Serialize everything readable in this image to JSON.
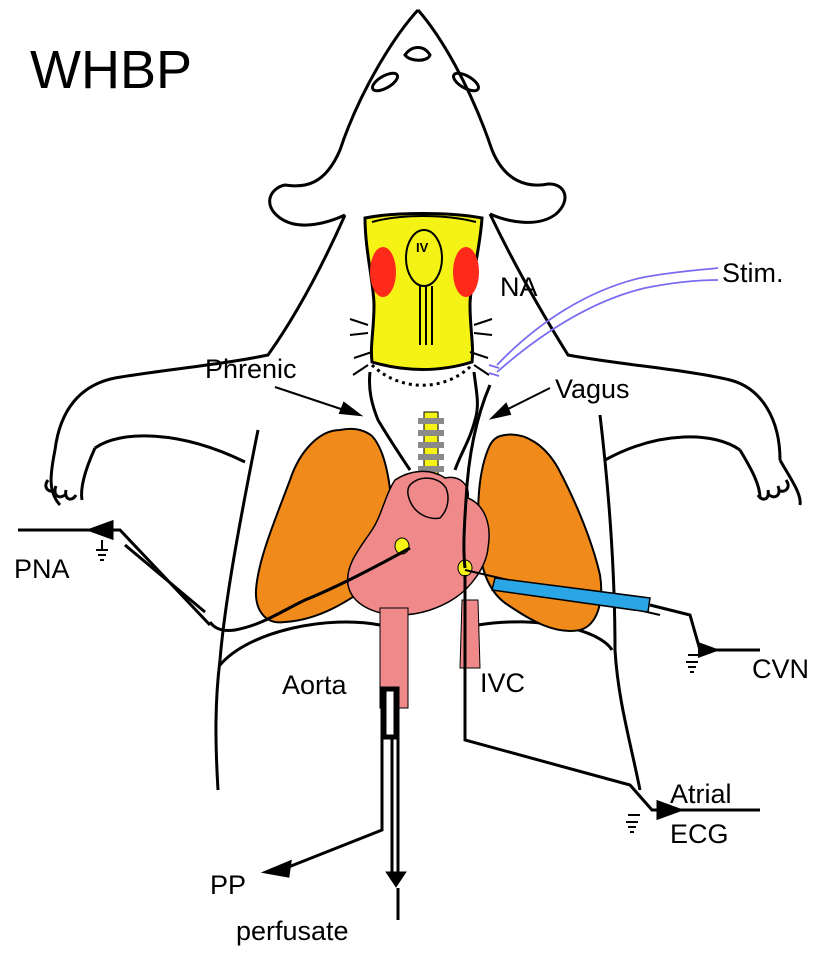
{
  "title": "WHBP",
  "labels": {
    "iv": "IV",
    "na": "NA",
    "stim": "Stim.",
    "phrenic": "Phrenic",
    "vagus": "Vagus",
    "pna": "PNA",
    "cvn": "CVN",
    "aorta": "Aorta",
    "ivc": "IVC",
    "atrial": "Atrial",
    "ecg": "ECG",
    "pp": "PP",
    "perfusate": "perfusate"
  },
  "colors": {
    "outline": "#000000",
    "brainstem": "#f5f216",
    "nucleus": "#ff2a1a",
    "lung": "#f08a1a",
    "heart": "#f08a8a",
    "spine": "#8a8a8a",
    "stim_wire": "#7a6cf0",
    "electrode": "#2aa6e6"
  }
}
